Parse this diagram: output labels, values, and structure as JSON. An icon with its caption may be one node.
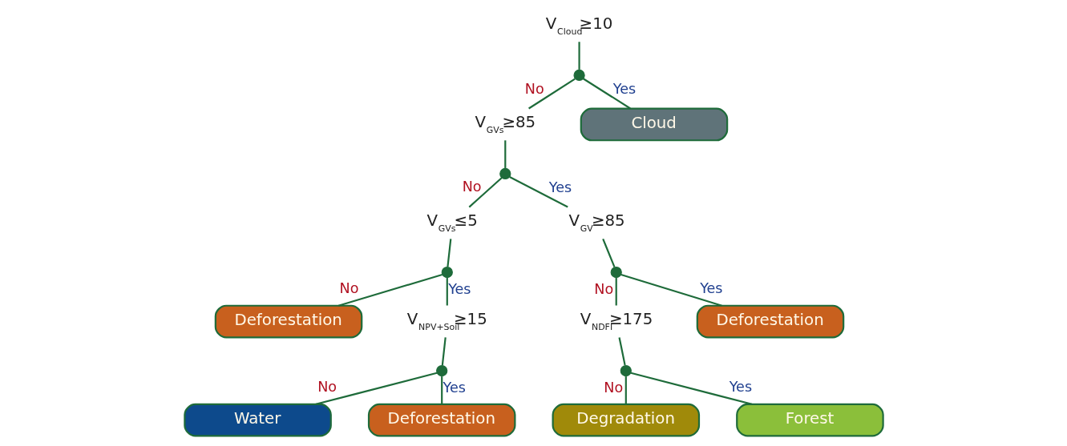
{
  "diagram": {
    "nodes": [
      {
        "text": [
          "V$_{Cloud}$≥10"
        ]
      },
      {
        "text": [],
        "shape": "circle"
      },
      {
        "text": [
          "V$_{GVs}$≥85"
        ]
      },
      {
        "text": [
          "Cloud"
        ]
      },
      {
        "text": [],
        "shape": "circle"
      },
      {
        "text": [
          "V$_{GVs}$≤5"
        ]
      },
      {
        "text": [
          "V$_{GV}$≥85"
        ]
      },
      {
        "text": [],
        "shape": "circle"
      },
      {
        "text": [],
        "shape": "circle"
      },
      {
        "text": [
          "Deforestation"
        ]
      },
      {
        "text": [
          "V$_{NPV+Soil}$≥15"
        ]
      },
      {
        "text": [
          "V$_{NDFI}$≥175"
        ]
      },
      {
        "text": [
          "Deforestation"
        ]
      },
      {
        "text": [],
        "shape": "circle"
      },
      {
        "text": [],
        "shape": "circle"
      },
      {
        "text": [
          "Water"
        ]
      },
      {
        "text": [
          "Deforestation"
        ]
      },
      {
        "text": [
          "Degradation"
        ]
      },
      {
        "text": [
          "Forest"
        ]
      }
    ],
    "edges": [
      {
        "from": 0,
        "to": 1,
        "arrow": "none"
      },
      {
        "from": 1,
        "to": 2,
        "arrow": "none",
        "label": "No"
      },
      {
        "from": 1,
        "to": 3,
        "arrow": "none",
        "label": "Yes"
      },
      {
        "from": 2,
        "to": 4,
        "arrow": "none"
      },
      {
        "from": 4,
        "to": 5,
        "arrow": "none",
        "label": "No"
      },
      {
        "from": 4,
        "to": 6,
        "arrow": "none",
        "label": "Yes"
      },
      {
        "from": 5,
        "to": 7,
        "arrow": "none"
      },
      {
        "from": 7,
        "to": 9,
        "arrow": "none",
        "label": "No"
      },
      {
        "from": 7,
        "to": 10,
        "arrow": "none",
        "label": "Yes"
      },
      {
        "from": 6,
        "to": 8,
        "arrow": "none"
      },
      {
        "from": 8,
        "to": 11,
        "arrow": "none",
        "label": "No"
      },
      {
        "from": 8,
        "to": 12,
        "arrow": "none",
        "label": "Yes"
      },
      {
        "from": 10,
        "to": 13,
        "arrow": "none"
      },
      {
        "from": 13,
        "to": 15,
        "arrow": "none",
        "label": "No"
      },
      {
        "from": 13,
        "to": 16,
        "arrow": "none",
        "label": "Yes"
      },
      {
        "from": 11,
        "to": 14,
        "arrow": "none"
      },
      {
        "from": 14,
        "to": 17,
        "arrow": "none",
        "label": "No"
      },
      {
        "from": 14,
        "to": 18,
        "arrow": "none",
        "label": "Yes"
      }
    ]
  }
}
